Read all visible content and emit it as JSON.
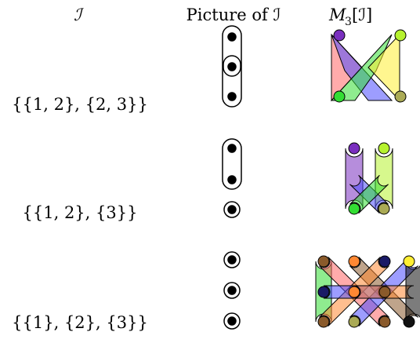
{
  "headers": {
    "col1": "ℐ",
    "col2": "Picture of ℐ",
    "col3_main": "M",
    "col3_sub": "3",
    "col3_rest": "[ℐ]"
  },
  "rows": [
    {
      "label": "{{1, 2}, {2, 3}}"
    },
    {
      "label": "{{1, 2}, {3}}"
    },
    {
      "label": "{{1}, {2}, {3}}"
    }
  ],
  "colors": {
    "red": "#ff6666",
    "blue": "#4d4dff",
    "green": "#33dd33",
    "yellow": "#ffee33",
    "purple": "#7a2fbf",
    "lime": "#b6f22f",
    "orange": "#ff8833",
    "navy": "#1a1a66",
    "brown": "#8a5a2b",
    "olive": "#aaaa55",
    "black": "#111111"
  }
}
